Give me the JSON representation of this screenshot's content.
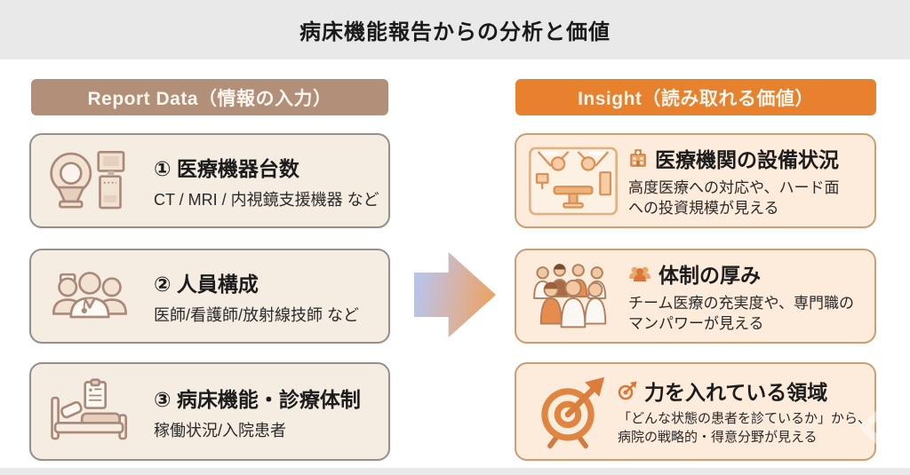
{
  "page": {
    "title": "病床機能報告からの分析と価値"
  },
  "left_column": {
    "header": "Report Data（情報の入力）",
    "items": [
      {
        "icon": "ct-scanner-icon",
        "title": "① 医療機器台数",
        "subtitle": "CT / MRI / 内視鏡支援機器 など"
      },
      {
        "icon": "medical-staff-icon",
        "title": "② 人員構成",
        "subtitle": "医師/看護師/放射線技師 など"
      },
      {
        "icon": "hospital-bed-icon",
        "title": "③ 病床機能・診療体制",
        "subtitle": "稼働状況/入院患者"
      }
    ]
  },
  "right_column": {
    "header": "Insight（読み取れる価値）",
    "items": [
      {
        "illustration": "operating-room-illustration",
        "title_icon": "hospital-icon",
        "title": "医療機関の設備状況",
        "desc_line1": "高度医療への対応や、ハード面",
        "desc_line2": "への投資規模が見える"
      },
      {
        "illustration": "medical-team-illustration",
        "title_icon": "people-icon",
        "title": "体制の厚み",
        "desc_line1": "チーム医療の充実度や、専門職の",
        "desc_line2": "マンパワーが見える"
      },
      {
        "illustration": "target-illustration",
        "title_icon": "target-icon",
        "title": "力を入れている領域",
        "desc_line1": "「どんな状態の患者を診ているか」から、",
        "desc_line2": "病院の戦略的・得意分野が見える"
      }
    ]
  },
  "colors": {
    "left_accent": "#b28f78",
    "right_accent": "#e8812e",
    "left_card_bg": "#f5ece2",
    "right_card_bg": "#fdebdb",
    "arrow_gradient_start": "#b7c5ee",
    "arrow_gradient_end": "#eca15a"
  }
}
